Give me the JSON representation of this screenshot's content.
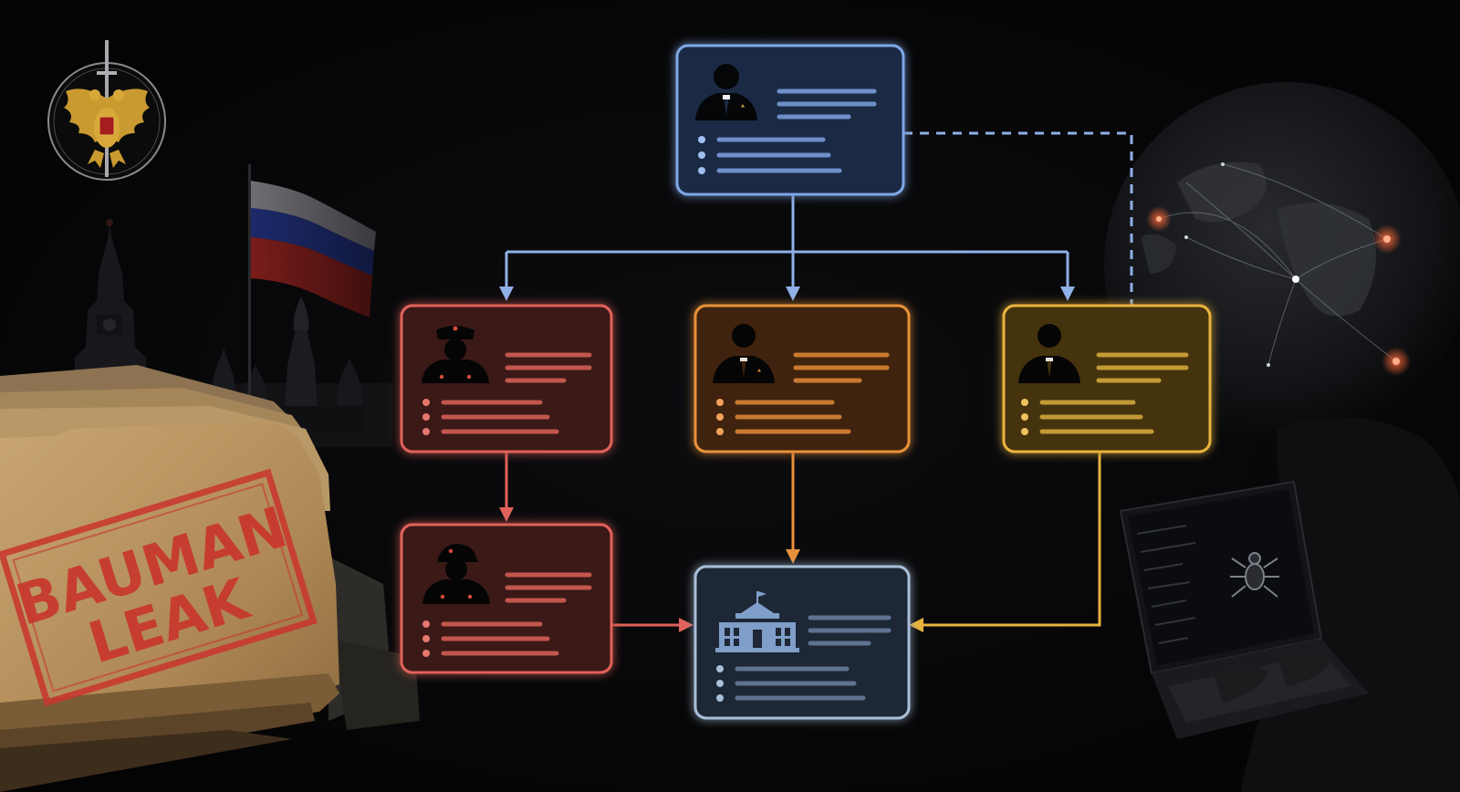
{
  "colors": {
    "background": "#050506",
    "blue": "#7fa7e6",
    "red": "#e0625a",
    "orange": "#e8913a",
    "yellow": "#e8b23e",
    "slate": "#a9bfd8",
    "stamp": "#c8372d",
    "folder": "#b8935f"
  },
  "icons": {
    "emblem": "double-headed-eagle-emblem",
    "flag": "russian-flag",
    "kremlin": "kremlin-silhouette",
    "globe": "network-globe",
    "hacker": "hacker-laptop",
    "bug": "spider-bug-icon",
    "person": "person-silhouette-icon",
    "officer": "military-officer-icon",
    "building": "university-building-icon"
  },
  "stamp": {
    "line1": "BAUMAN",
    "line2": "LEAK"
  },
  "nodes": [
    {
      "id": "top-leader",
      "color": "blue",
      "icon": "person-silhouette-icon",
      "text_lines": 3,
      "bullets": 3
    },
    {
      "id": "military-officer",
      "color": "red",
      "icon": "military-officer-icon",
      "text_lines": 3,
      "bullets": 3
    },
    {
      "id": "civilian-official",
      "color": "orange",
      "icon": "person-silhouette-icon",
      "text_lines": 3,
      "bullets": 3
    },
    {
      "id": "operative",
      "color": "yellow",
      "icon": "person-silhouette-icon",
      "text_lines": 3,
      "bullets": 3
    },
    {
      "id": "soldier",
      "color": "red",
      "icon": "military-officer-icon",
      "text_lines": 3,
      "bullets": 3
    },
    {
      "id": "institution",
      "color": "slate",
      "icon": "university-building-icon",
      "text_lines": 3,
      "bullets": 3
    }
  ],
  "edges": [
    {
      "from": "top-leader",
      "to": "military-officer",
      "style": "solid"
    },
    {
      "from": "top-leader",
      "to": "civilian-official",
      "style": "solid"
    },
    {
      "from": "top-leader",
      "to": "operative",
      "style": "solid"
    },
    {
      "from": "top-leader",
      "to": "operative",
      "style": "dashed"
    },
    {
      "from": "military-officer",
      "to": "soldier",
      "style": "solid"
    },
    {
      "from": "civilian-official",
      "to": "institution",
      "style": "solid"
    },
    {
      "from": "operative",
      "to": "institution",
      "style": "solid"
    },
    {
      "from": "soldier",
      "to": "institution",
      "style": "solid"
    }
  ]
}
